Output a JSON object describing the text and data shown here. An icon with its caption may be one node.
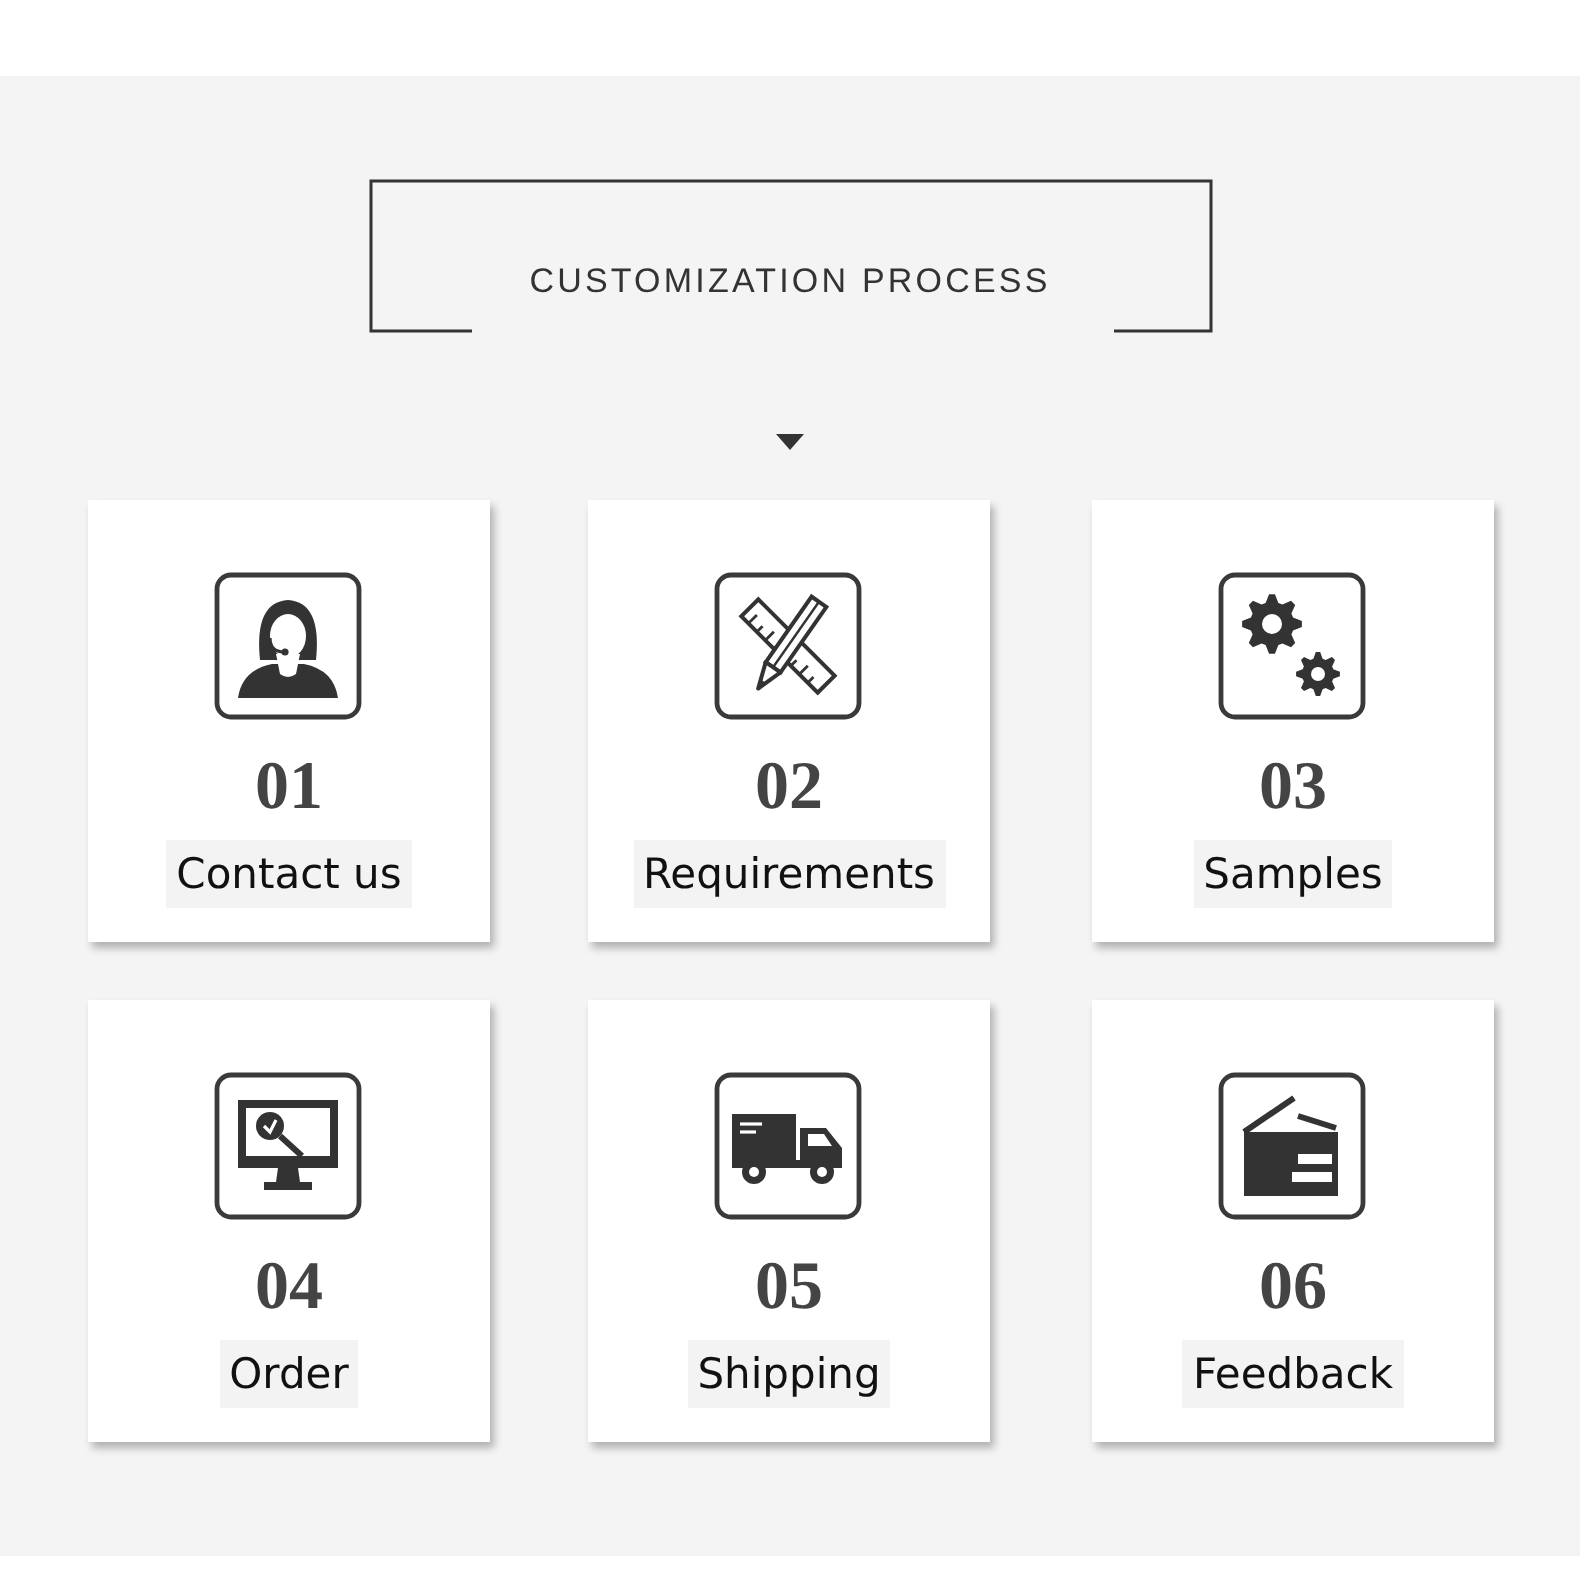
{
  "diagram": {
    "title": "CUSTOMIZATION PROCESS",
    "nodes": [
      {
        "text": [
          "01",
          "Contact us"
        ]
      },
      {
        "text": [
          "02",
          "Requirements"
        ]
      },
      {
        "text": [
          "03",
          "Samples"
        ]
      },
      {
        "text": [
          "04",
          "Order"
        ]
      },
      {
        "text": [
          "05",
          "Shipping"
        ]
      },
      {
        "text": [
          "06",
          "Feedback"
        ]
      }
    ]
  }
}
